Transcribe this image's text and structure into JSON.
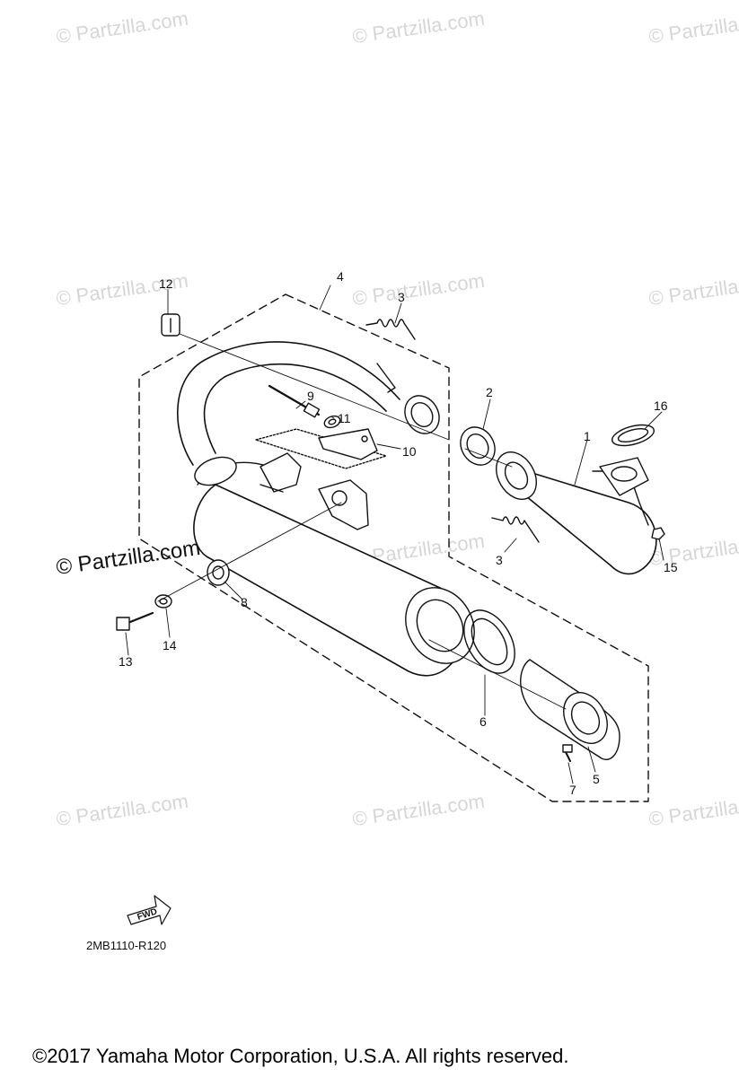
{
  "watermark": "© Partzilla.com",
  "watermark_strong": "© Partzilla.com",
  "callouts": [
    "1",
    "2",
    "3",
    "3",
    "4",
    "5",
    "6",
    "7",
    "8",
    "9",
    "10",
    "11",
    "12",
    "13",
    "14",
    "15",
    "16"
  ],
  "fwd_label": "FWD",
  "diagram_code": "2MB1110-R120",
  "copyright": "©2017  Yamaha Motor Corporation, U.S.A. All rights reserved."
}
